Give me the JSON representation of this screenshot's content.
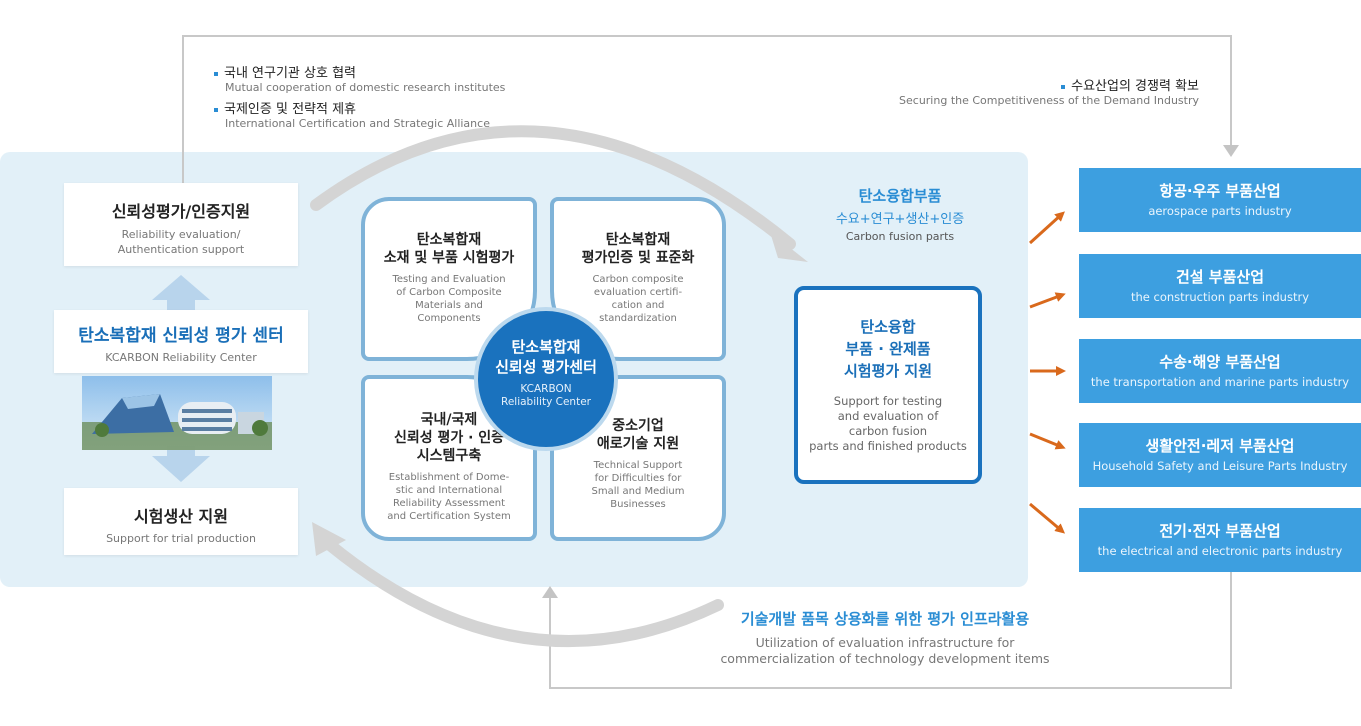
{
  "top_left_bullets": [
    {
      "ko": "국내 연구기관 상호 협력",
      "en": "Mutual cooperation of domestic research institutes"
    },
    {
      "ko": "국제인증 및 전략적 제휴",
      "en": "International Certification and Strategic Alliance"
    }
  ],
  "top_right_bullet": {
    "ko": "수요산업의 경쟁력 확보",
    "en": "Securing the Competitiveness of the Demand Industry"
  },
  "left": {
    "reliability_support": {
      "ko": "신뢰성평가/인증지원",
      "en1": "Reliability evaluation/",
      "en2": "Authentication support"
    },
    "center": {
      "ko": "탄소복합재 신뢰성 평가 센터",
      "en": "KCARBON Reliability Center"
    },
    "trial_production": {
      "ko": "시험생산 지원",
      "en": "Support for trial production"
    }
  },
  "quadrants": {
    "top_left": {
      "ko1": "탄소복합재",
      "ko2": "소재 및 부품 시험평가",
      "en": [
        "Testing and Evaluation",
        "of Carbon Composite",
        "Materials and",
        "Components"
      ]
    },
    "top_right": {
      "ko1": "탄소복합재",
      "ko2": "평가인증 및 표준화",
      "en": [
        "Carbon composite",
        "evaluation certifi-",
        "cation and",
        "standardization"
      ]
    },
    "bottom_left": {
      "ko1": "국내/국제",
      "ko2": "신뢰성 평가 · 인증",
      "ko3": "시스템구축",
      "en": [
        "Establishment of Dome-",
        "stic and International",
        "Reliability Assessment",
        "and Certification System"
      ]
    },
    "bottom_right": {
      "ko1": "중소기업",
      "ko2": "애로기술 지원",
      "en": [
        "Technical Support",
        "for Difficulties for",
        "Small and Medium",
        "Businesses"
      ]
    }
  },
  "hub": {
    "ko1": "탄소복합재",
    "ko2": "신뢰성 평가센터",
    "en1": "KCARBON",
    "en2": "Reliability Center"
  },
  "fusion_header": {
    "t1": "탄소융합부품",
    "t2": "수요+연구+생산+인증",
    "t3": "Carbon fusion parts"
  },
  "fusion_box": {
    "ko1": "탄소융합",
    "ko2": "부품 · 완제품",
    "ko3": "시험평가 지원",
    "en": [
      "Support for testing",
      "and evaluation of",
      "carbon fusion",
      "parts and finished products"
    ]
  },
  "industries": [
    {
      "ko": "항공·우주 부품산업",
      "en": "aerospace parts industry"
    },
    {
      "ko": "건설 부품산업",
      "en": "the construction parts industry"
    },
    {
      "ko": "수송·해양 부품산업",
      "en": "the transportation and marine parts industry"
    },
    {
      "ko": "생활안전·레저 부품산업",
      "en": "Household Safety and Leisure Parts Industry"
    },
    {
      "ko": "전기·전자  부품산업",
      "en": "the electrical and electronic parts industry"
    }
  ],
  "bottom": {
    "ko": "기술개발 품목 상용화를 위한 평가 인프라활용",
    "en1": "Utilization of evaluation infrastructure for",
    "en2": "commercialization of technology development items"
  },
  "colors": {
    "panel": "#e2f0f8",
    "primary": "#1a72be",
    "accent_text": "#2a8dd4",
    "industry_box": "#3d9fe0",
    "arrow_orange": "#d9691c",
    "connector_gray": "#c8c8c8"
  }
}
